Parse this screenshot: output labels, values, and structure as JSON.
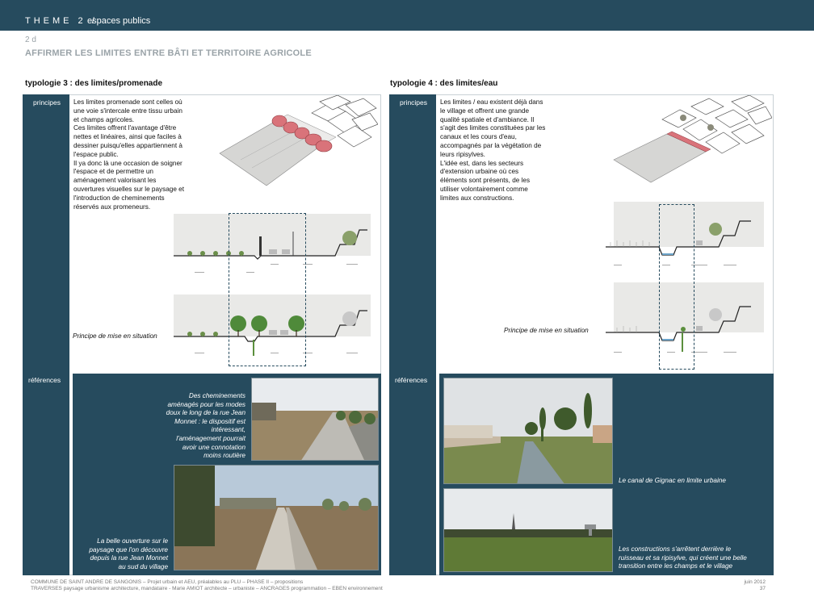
{
  "header": {
    "theme": "THEME 2 /",
    "subtitle": "espaces publics"
  },
  "section": {
    "number": "2 d",
    "title": "AFFIRMER LES LIMITES ENTRE BÂTI ET TERRITOIRE AGRICOLE"
  },
  "left": {
    "title": "typologie 3 : des limites/promenade",
    "principes_label": "principes",
    "references_label": "références",
    "paragraph": [
      "Les limites promenade sont celles où",
      "une voie s'intercale entre tissu urbain",
      "et champs agricoles.",
      "Ces limites offrent l'avantage d'être",
      "nettes et linéaires, ainsi que faciles à",
      "dessiner puisqu'elles appartiennent à",
      "l'espace public.",
      "Il ya donc là une occasion de soigner",
      "l'espace et de permettre un",
      "aménagement valorisant les",
      "ouvertures visuelles sur le paysage et",
      "l'introduction de cheminements",
      "réservés aux promeneurs."
    ],
    "mise_en_situation": "Principe de mise en situation",
    "ref1_caption": [
      "Des cheminements",
      "aménagés pour les modes",
      "doux le long de la rue Jean",
      "Monnet : le dispositif est",
      "intéressant,",
      "l'aménagement pourrait",
      "avoir une connotation",
      "moins routière"
    ],
    "ref2_caption": [
      "La belle ouverture sur le",
      "paysage que l'on découvre",
      "depuis la rue Jean Monnet",
      "au sud du village"
    ]
  },
  "right": {
    "title": "typologie 4 : des limites/eau",
    "principes_label": "principes",
    "references_label": "références",
    "paragraph": [
      "Les limites / eau existent déjà dans",
      "le village et offrent une grande",
      "qualité spatiale et d'ambiance. Il",
      "s'agit des limites constituées par les",
      "canaux et les cours d'eau,",
      "accompagnés par la végétation de",
      "leurs ripisylves.",
      "L'idée est, dans les secteurs",
      "d'extension urbaine où ces",
      "éléments sont présents, de les",
      "utiliser volontairement comme",
      "limites aux constructions."
    ],
    "mise_en_situation": "Principe de mise en situation",
    "ref1_caption": [
      "Le canal de Gignac en limite urbaine"
    ],
    "ref2_caption": [
      "Les constructions s'arrêtent derrière le",
      "ruisseau et sa ripisylve, qui créent une belle",
      "transition entre les champs et le village"
    ]
  },
  "footer": {
    "line1": "COMMUNE DE SAINT ANDRE DE SANGONIS – Projet urbain et AEU, préalables au PLU – PHASE II – propositions",
    "line2": "TRAVERSES paysage urbanisme architecture, mandataire - Marie AMIOT architecte – urbaniste – ANCRAGES programmation – EBEN environnement",
    "date": "juin  2012",
    "page": "37"
  },
  "colors": {
    "navy": "#264b5e",
    "accent_red": "#d9737a",
    "grey_text": "#9aa3a8"
  }
}
